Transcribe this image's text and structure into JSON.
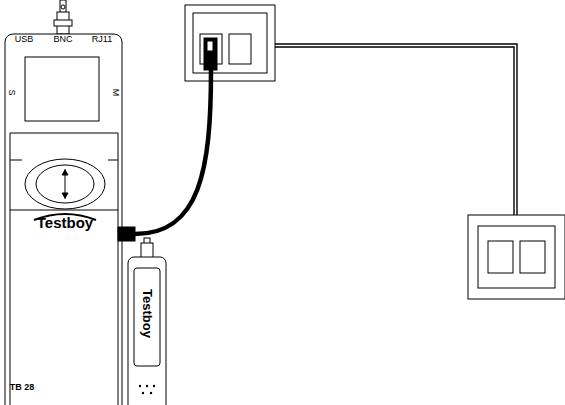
{
  "diagram": {
    "nodes": [
      {
        "text": [
          "USB",
          "BNC",
          "RJ11",
          "S",
          "M",
          "Testboy",
          "TB 28"
        ]
      },
      {
        "text": [
          "Testboy"
        ]
      }
    ]
  }
}
